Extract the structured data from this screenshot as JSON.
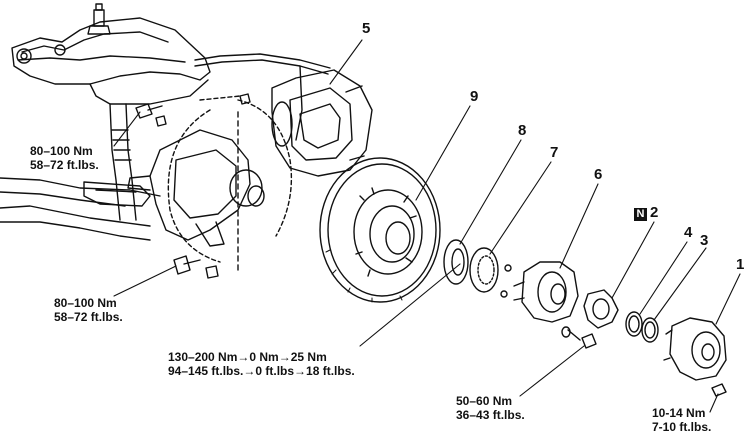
{
  "torque_labels": {
    "upper_left": {
      "line1": "80–100 Nm",
      "line2": "58–72 ft.lbs."
    },
    "lower_left": {
      "line1": "80–100 Nm",
      "line2": "58–72 ft.lbs."
    },
    "hub_nut": {
      "line1": "130–200 Nm→0 Nm→25 Nm",
      "line2": "94–145 ft.lbs.→0 ft.lbs→18 ft.lbs."
    },
    "hub_bolt": {
      "line1": "50–60 Nm",
      "line2": "36–43 ft.lbs."
    },
    "cap_bolt": {
      "line1": "10-14 Nm",
      "line2": "7-10 ft.lbs."
    }
  },
  "callouts": {
    "n1": "1",
    "n2": "2",
    "n3": "3",
    "n4": "4",
    "n5": "5",
    "n6": "6",
    "n7": "7",
    "n8": "8",
    "n9": "9"
  },
  "new_part_badge": "N"
}
